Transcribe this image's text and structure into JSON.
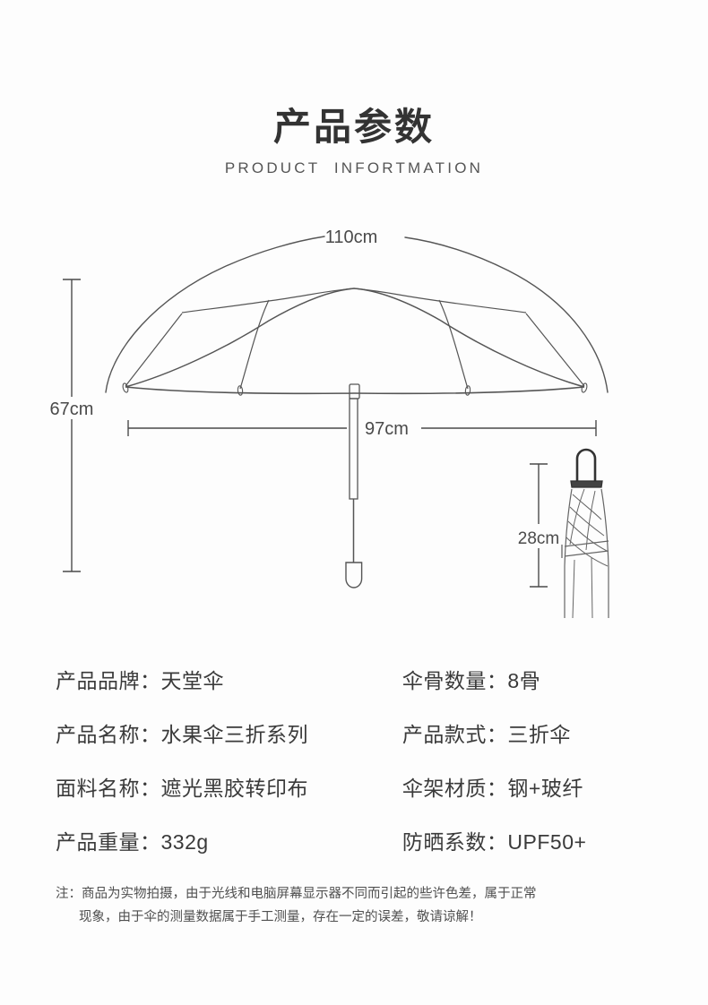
{
  "header": {
    "title_cn": "产品参数",
    "title_en": "PRODUCT  INFORTMATION"
  },
  "diagram": {
    "open_umbrella": {
      "arc_span_label": "110cm",
      "width_label": "97cm",
      "height_label": "67cm"
    },
    "folded_umbrella": {
      "length_label": "28cm"
    }
  },
  "specs": [
    {
      "left_label": "产品品牌：",
      "left_value": "天堂伞",
      "right_label": "伞骨数量：",
      "right_value": "8骨"
    },
    {
      "left_label": "产品名称：",
      "left_value": "水果伞三折系列",
      "right_label": "产品款式：",
      "right_value": "三折伞"
    },
    {
      "left_label": "面料名称：",
      "left_value": "遮光黑胶转印布",
      "right_label": "伞架材质：",
      "right_value": "钢+玻纤"
    },
    {
      "left_label": "产品重量：",
      "left_value": "332g",
      "right_label": "防晒系数：",
      "right_value": "UPF50+"
    }
  ],
  "spec_rows_text": {
    "r0c0": "产品品牌：天堂伞",
    "r0c1": "伞骨数量：8骨",
    "r1c0": "产品名称：水果伞三折系列",
    "r1c1": "产品款式：三折伞",
    "r2c0": "面料名称：遮光黑胶转印布",
    "r2c1": "伞架材质：钢+玻纤",
    "r3c0": "产品重量：332g",
    "r3c1": "防晒系数：UPF50+"
  },
  "footer": {
    "note_line1": "注：商品为实物拍摄，由于光线和电脑屏幕显示器不同而引起的些许色差，属于正常",
    "note_line2": "现象，由于伞的测量数据属于手工测量，存在一定的误差，敬请谅解！"
  },
  "colors": {
    "background": "#fdfdfd",
    "text": "#3a3a3a",
    "title": "#333333",
    "line": "#555555",
    "dimension_line": "#4a4a4a"
  }
}
